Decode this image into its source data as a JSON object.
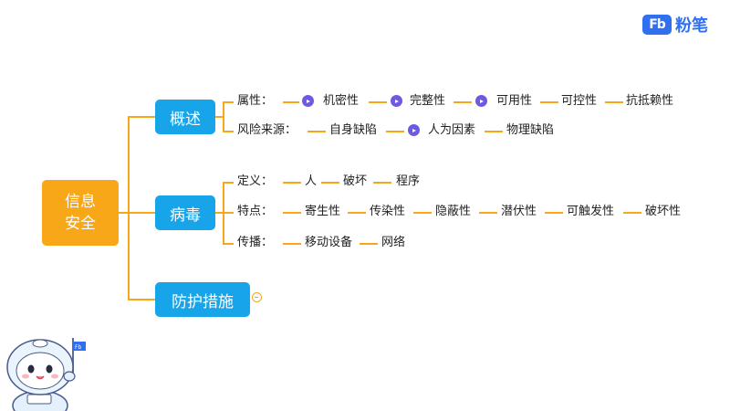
{
  "logo": {
    "mark": "Fb",
    "text": "粉笔"
  },
  "root": {
    "line1": "信息",
    "line2": "安全"
  },
  "branches": [
    {
      "label": "概述",
      "rows": [
        {
          "label": "属性：",
          "items": [
            "机密性",
            "完整性",
            "可用性",
            "可控性",
            "抗抵赖性"
          ]
        },
        {
          "label": "风险来源：",
          "items": [
            "自身缺陷",
            "人为因素",
            "物理缺陷"
          ]
        }
      ]
    },
    {
      "label": "病毒",
      "rows": [
        {
          "label": "定义：",
          "items": [
            "人",
            "破坏",
            "程序"
          ]
        },
        {
          "label": "特点：",
          "items": [
            "寄生性",
            "传染性",
            "隐蔽性",
            "潜伏性",
            "可触发性",
            "破坏性"
          ]
        },
        {
          "label": "传播：",
          "items": [
            "移动设备",
            "网络"
          ]
        }
      ]
    },
    {
      "label": "防护措施",
      "rows": []
    }
  ],
  "mascot": {
    "flag_text": "Fb"
  },
  "colors": {
    "root": "#f7a718",
    "branch": "#18a4e8",
    "connector": "#f7a718",
    "flag": "#6c5be0",
    "brand": "#2f6ff0"
  }
}
